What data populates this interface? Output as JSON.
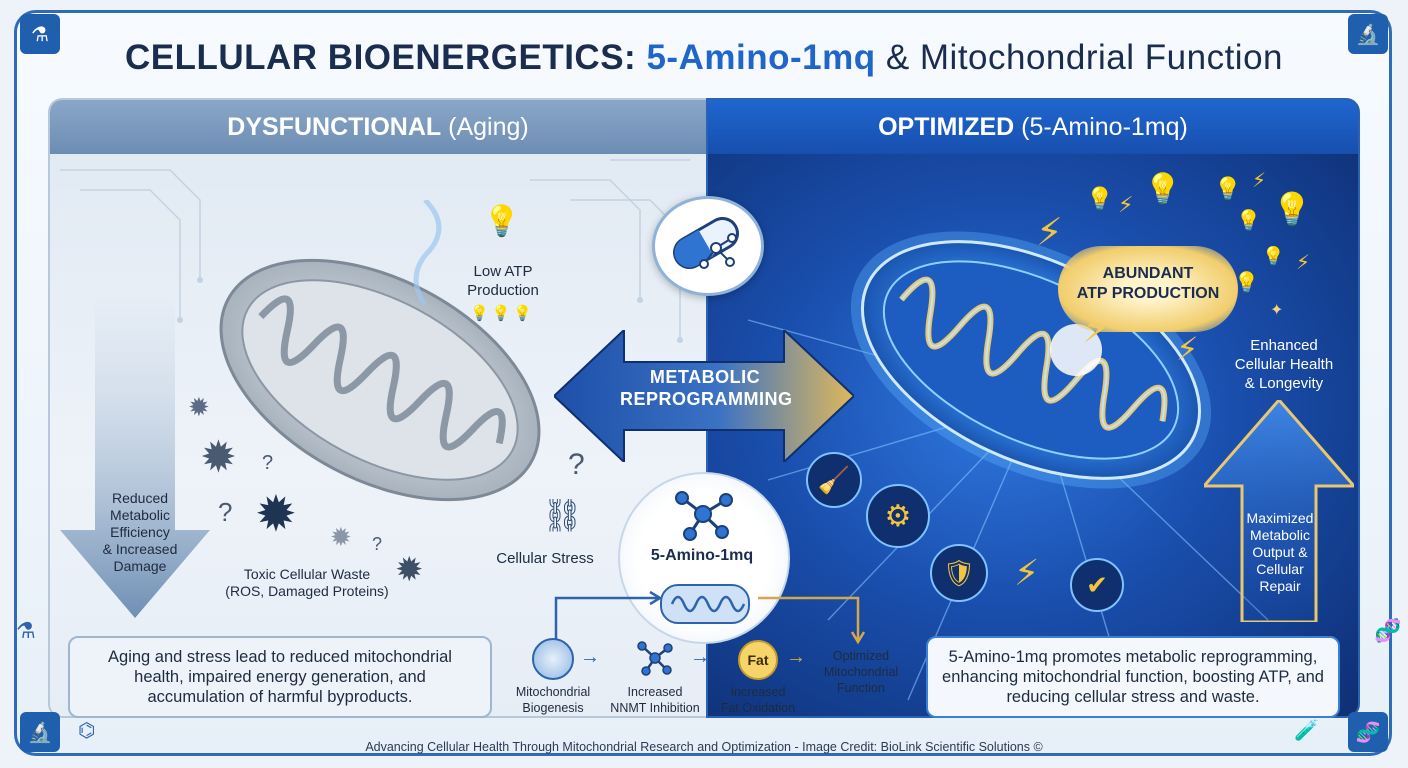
{
  "title": {
    "part1": "CELLULAR BIOENERGETICS:",
    "part2": "5-Amino-1mq",
    "part3": "& Mitochondrial Function"
  },
  "left": {
    "header_bold": "DYSFUNCTIONAL",
    "header_rest": "(Aging)",
    "low_atp": [
      "Low ATP",
      "Production"
    ],
    "arrow_text": [
      "Reduced",
      "Metabolic",
      "Efficiency",
      "& Increased",
      "Damage"
    ],
    "toxic": [
      "Toxic Cellular Waste",
      "(ROS, Damaged Proteins)"
    ],
    "stress": "Cellular Stress",
    "summary": "Aging and stress lead to reduced mitochondrial health, impaired energy generation, and accumulation of harmful byproducts."
  },
  "right": {
    "header_bold": "OPTIMIZED",
    "header_rest": "(5-Amino-1mq)",
    "abundant": [
      "ABUNDANT",
      "ATP PRODUCTION"
    ],
    "enhanced": [
      "Enhanced",
      "Cellular Health",
      "& Longevity"
    ],
    "arrow_text": [
      "Maximized",
      "Metabolic",
      "Output &",
      "Cellular",
      "Repair"
    ],
    "summary": "5-Amino-1mq promotes metabolic reprogramming, enhancing mitochondrial function, boosting ATP, and reducing cellular stress and waste."
  },
  "center": {
    "arrow_label": [
      "METABOLIC",
      "REPROGRAMMING"
    ],
    "compound": "5-Amino-1mq"
  },
  "pathway": {
    "step1": [
      "Mitochondrial",
      "Biogenesis"
    ],
    "step2": [
      "Increased",
      "NNMT Inhibition"
    ],
    "fat_badge": "Fat",
    "step3": [
      "Increased",
      "Fat Oxidation"
    ],
    "result": [
      "Optimized",
      "Mitochondrial",
      "Function"
    ]
  },
  "footer": "Advancing Cellular Health Through Mitochondrial Research and Optimization - Image Credit: BioLink Scientific Solutions ©"
}
